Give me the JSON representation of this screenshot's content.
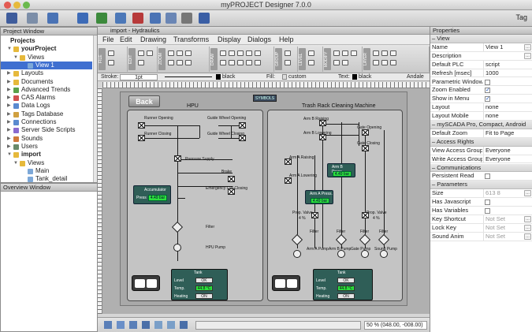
{
  "window": {
    "title": "myPROJECT Designer 7.0.0",
    "tag_label": "Tag"
  },
  "project_window": {
    "header": "Project Window",
    "tree": [
      {
        "label": "Projects",
        "bold": true
      },
      {
        "label": "yourProject",
        "bold": true
      },
      {
        "label": "Views"
      },
      {
        "label": "View 1",
        "selected": true
      },
      {
        "label": "Layouts"
      },
      {
        "label": "Documents"
      },
      {
        "label": "Advanced Trends"
      },
      {
        "label": "CAS Alarms"
      },
      {
        "label": "Data Logs"
      },
      {
        "label": "Tags Database"
      },
      {
        "label": "Connections"
      },
      {
        "label": "Server Side Scripts"
      },
      {
        "label": "Sounds"
      },
      {
        "label": "Users"
      },
      {
        "label": "import",
        "bold": true
      },
      {
        "label": "Views"
      },
      {
        "label": "Main"
      },
      {
        "label": "Tank_detail"
      }
    ]
  },
  "overview": {
    "header": "Overview Window"
  },
  "editor": {
    "tab_title": "import - Hydraulics",
    "menu": [
      "File",
      "Edit",
      "Drawing",
      "Transforms",
      "Display",
      "Dialogs",
      "Help"
    ],
    "ribbon_groups": [
      "FILE",
      "EDIT",
      "ZOOM",
      "DRAW",
      "GROUP",
      "LEVEL",
      "MODIFY",
      "LAYER"
    ],
    "stroke": {
      "stroke_label": "Stroke:",
      "width": "1pt",
      "color_name": "black",
      "fill_label": "Fill:",
      "fill_value": "custom",
      "text_label": "Text:",
      "text_color": "black",
      "font": "Andale"
    },
    "status": "50 % (048.00, -008.00)"
  },
  "screen": {
    "back": "Back",
    "symbols": "SYMBOLS",
    "hpu_title": "HPU",
    "trash_title": "Trash Rack Cleaning Machine",
    "hpu": {
      "runner_opening": "Runner Opening",
      "runner_closing": "Runner Closing",
      "gw_opening": "Guide Wheel Opening",
      "gw_closing": "Guide Wheel Closing",
      "pressure_supply": "Pressure Supply",
      "brake": "Brake",
      "emergency": "Emergency CW Closing",
      "accumulator": "Accumulator",
      "press": "Press",
      "press_val": "4.49 bar",
      "filter": "Filter",
      "pump": "HPU Pump"
    },
    "trash": {
      "armb_raising": "Arm B Raising",
      "armb_lowering": "Arm B Lowering",
      "gate_opening": "Gate Opening",
      "gate_closing": "Gate Closing",
      "arma_raising": "Arm A Raising",
      "arma_lowering": "Arm A Lowering",
      "armb_press": "Arm B Press.",
      "armb_val": "4.49 bar",
      "arma_press": "Arm A Press.",
      "arma_val": "4.49 bar",
      "prop_valve": "Prop. Valve",
      "prop_pct": "4 %",
      "filter": "Filter",
      "arma_pump": "Arm A Pump",
      "armb_pump": "Arm B Pump",
      "gate_pump": "Gate Pump",
      "sound_pump": "Sound Pump"
    },
    "tank": {
      "title": "Tank",
      "level": "Level",
      "level_val": "OK",
      "temp": "Temp.",
      "temp_val": "44.8 °C",
      "heating": "Heating",
      "heating_val": "ON"
    }
  },
  "properties": {
    "header": "Properties",
    "rows": [
      {
        "type": "sec",
        "k": "View"
      },
      {
        "k": "Name",
        "v": "View 1",
        "d": true
      },
      {
        "k": "Description",
        "v": "",
        "d": true
      },
      {
        "k": "Default PLC",
        "v": "script"
      },
      {
        "k": "Refresh [msec]",
        "v": "1000"
      },
      {
        "k": "Parametric Window",
        "v": "",
        "cb": false
      },
      {
        "k": "Zoom Enabled",
        "v": "",
        "cb": true
      },
      {
        "k": "Show in Menu",
        "v": "",
        "cb": true
      },
      {
        "k": "Layout",
        "v": "none"
      },
      {
        "k": "Layout Mobile",
        "v": "none"
      },
      {
        "type": "sec",
        "k": "mySCADA Pro, Compact, Android"
      },
      {
        "k": "Default Zoom",
        "v": "Fit to Page"
      },
      {
        "type": "sec",
        "k": "Access Rights"
      },
      {
        "k": "View Access Group",
        "v": "Everyone"
      },
      {
        "k": "Write Access Group",
        "v": "Everyone"
      },
      {
        "type": "sec",
        "k": "Communications"
      },
      {
        "k": "Persistent Read",
        "v": "",
        "cb": false
      },
      {
        "type": "sec",
        "k": "Parameters"
      },
      {
        "k": "Size",
        "v": "613 8",
        "d": true,
        "grey": true
      },
      {
        "k": "Has Javascript",
        "v": "",
        "cb": false
      },
      {
        "k": "Has Variables",
        "v": "",
        "cb": false
      },
      {
        "k": "Key Shortcut",
        "v": "Not Set",
        "d": true,
        "grey": true
      },
      {
        "k": "Lock Key",
        "v": "Not Set",
        "d": true,
        "grey": true
      },
      {
        "k": "Sound Anim",
        "v": "Not Set",
        "d": true,
        "grey": true
      }
    ]
  }
}
